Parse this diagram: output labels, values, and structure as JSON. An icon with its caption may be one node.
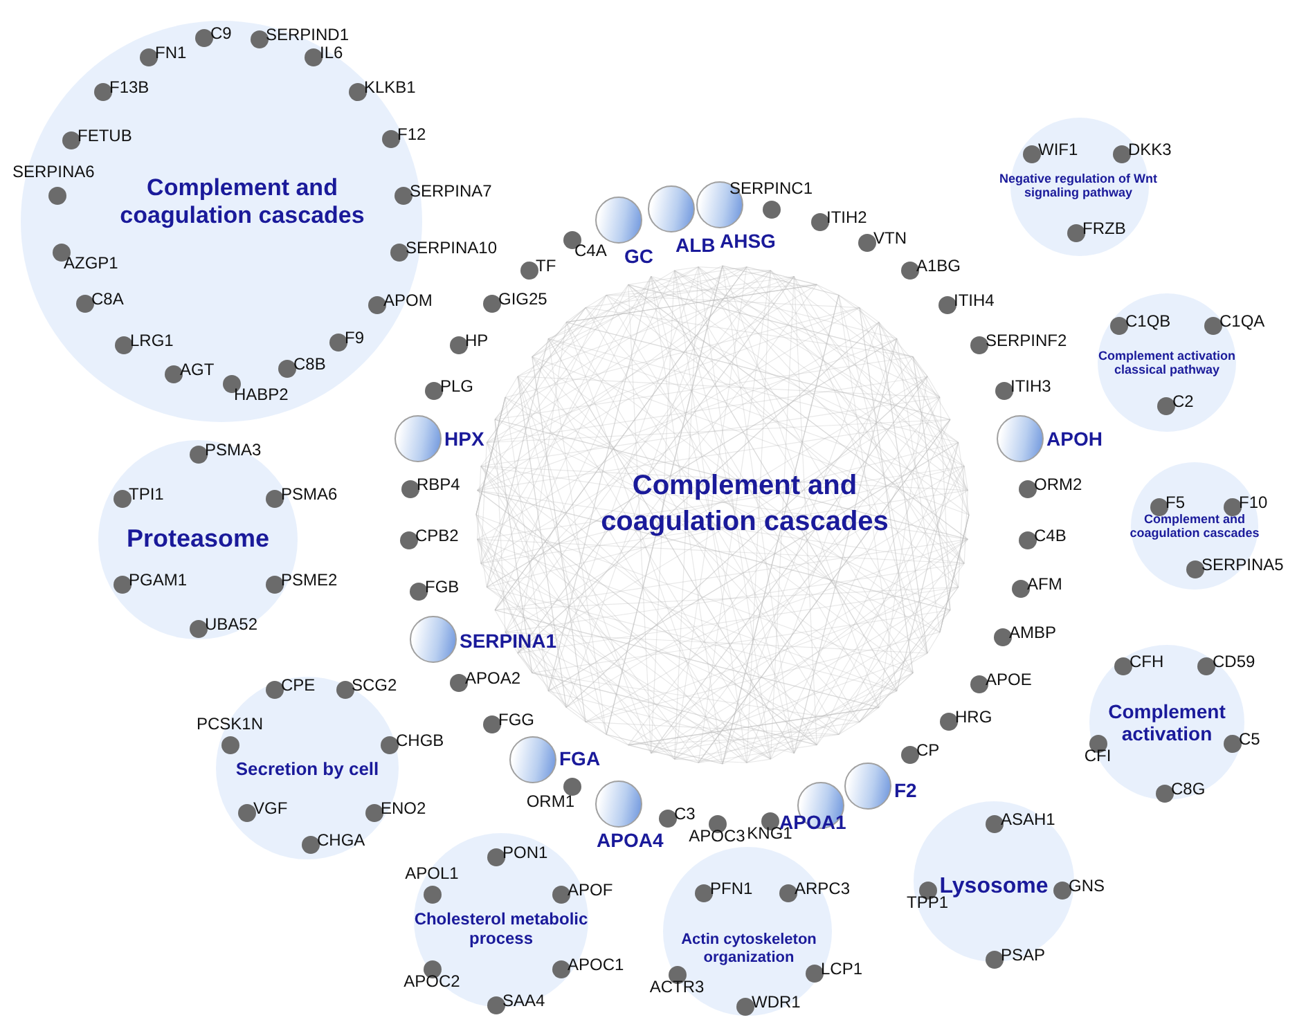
{
  "diagram": {
    "nodes": [
      {
        "text": [
          "Complement and coagulation cascades"
        ]
      },
      {
        "text": [
          "C9"
        ],
        "in": 0
      },
      {
        "text": [
          "SERPIND1"
        ],
        "in": 0
      },
      {
        "text": [
          "FN1"
        ],
        "in": 0
      },
      {
        "text": [
          "IL6"
        ],
        "in": 0
      },
      {
        "text": [
          "F13B"
        ],
        "in": 0
      },
      {
        "text": [
          "KLKB1"
        ],
        "in": 0
      },
      {
        "text": [
          "FETUB"
        ],
        "in": 0
      },
      {
        "text": [
          "F12"
        ],
        "in": 0
      },
      {
        "text": [
          "SERPINA6"
        ],
        "in": 0
      },
      {
        "text": [
          "SERPINA7"
        ],
        "in": 0
      },
      {
        "text": [
          "AZGP1"
        ],
        "in": 0
      },
      {
        "text": [
          "SERPINA10"
        ],
        "in": 0
      },
      {
        "text": [
          "C8A"
        ],
        "in": 0
      },
      {
        "text": [
          "APOM"
        ],
        "in": 0
      },
      {
        "text": [
          "LRG1"
        ],
        "in": 0
      },
      {
        "text": [
          "F9"
        ],
        "in": 0
      },
      {
        "text": [
          "AGT"
        ],
        "in": 0
      },
      {
        "text": [
          "C8B"
        ],
        "in": 0
      },
      {
        "text": [
          "HABP2"
        ],
        "in": 0
      },
      {
        "text": [
          "Negative regulation of Wnt signaling pathway"
        ]
      },
      {
        "text": [
          "WIF1"
        ],
        "in": 20
      },
      {
        "text": [
          "DKK3"
        ],
        "in": 20
      },
      {
        "text": [
          "FRZB"
        ],
        "in": 20
      },
      {
        "text": [
          "C4A"
        ]
      },
      {
        "text": [
          "GC"
        ]
      },
      {
        "text": [
          "ALB"
        ]
      },
      {
        "text": [
          "AHSG"
        ]
      },
      {
        "text": [
          "SERPINC1"
        ]
      },
      {
        "text": [
          "TF"
        ]
      },
      {
        "text": [
          "ITIH2"
        ]
      },
      {
        "text": [
          "VTN"
        ]
      },
      {
        "text": [
          "GIG25"
        ]
      },
      {
        "text": [
          "A1BG"
        ]
      },
      {
        "text": [
          "ITIH4"
        ]
      },
      {
        "text": [
          "HP"
        ]
      },
      {
        "text": [
          "SERPINF2"
        ]
      },
      {
        "text": [
          "PLG"
        ]
      },
      {
        "text": [
          "ITIH3"
        ]
      },
      {
        "text": [
          "Complement activation classical pathway"
        ]
      },
      {
        "text": [
          "C1QB"
        ],
        "in": 39
      },
      {
        "text": [
          "C1QA"
        ],
        "in": 39
      },
      {
        "text": [
          "C2"
        ],
        "in": 39
      },
      {
        "text": [
          "HPX"
        ]
      },
      {
        "text": [
          "APOH"
        ]
      },
      {
        "text": [
          "Proteasome"
        ]
      },
      {
        "text": [
          "PSMA3"
        ],
        "in": 45
      },
      {
        "text": [
          "TPI1"
        ],
        "in": 45
      },
      {
        "text": [
          "PSMA6"
        ],
        "in": 45
      },
      {
        "text": [
          "RBP4"
        ]
      },
      {
        "text": [
          "ORM2"
        ]
      },
      {
        "text": [
          "Complement and coagulation cascades"
        ]
      },
      {
        "text": [
          "F5"
        ],
        "in": 51
      },
      {
        "text": [
          "F10"
        ],
        "in": 51
      },
      {
        "text": [
          "CPB2"
        ]
      },
      {
        "text": [
          "C4B"
        ]
      },
      {
        "text": [
          "PGAM1"
        ],
        "in": 45
      },
      {
        "text": [
          "PSME2"
        ],
        "in": 45
      },
      {
        "text": [
          "SERPINA5"
        ],
        "in": 51
      },
      {
        "text": [
          "UBA52"
        ],
        "in": 45
      },
      {
        "text": [
          "FGB"
        ]
      },
      {
        "text": [
          "AFM"
        ]
      },
      {
        "text": [
          "SERPINA1"
        ]
      },
      {
        "text": [
          "AMBP"
        ]
      },
      {
        "text": [
          "APOA2"
        ]
      },
      {
        "text": [
          "APOE"
        ]
      },
      {
        "text": [
          "Complement activation"
        ]
      },
      {
        "text": [
          "CFH"
        ],
        "in": 66
      },
      {
        "text": [
          "CD59"
        ],
        "in": 66
      },
      {
        "text": [
          "Secretion by cell"
        ]
      },
      {
        "text": [
          "CPE"
        ],
        "in": 69
      },
      {
        "text": [
          "SCG2"
        ],
        "in": 69
      },
      {
        "text": [
          "FGG"
        ]
      },
      {
        "text": [
          "HRG"
        ]
      },
      {
        "text": [
          "PCSK1N"
        ],
        "in": 69
      },
      {
        "text": [
          "CHGB"
        ],
        "in": 69
      },
      {
        "text": [
          "CFI"
        ],
        "in": 66
      },
      {
        "text": [
          "C5"
        ],
        "in": 66
      },
      {
        "text": [
          "FGA"
        ]
      },
      {
        "text": [
          "CP"
        ]
      },
      {
        "text": [
          "F2"
        ]
      },
      {
        "text": [
          "C8G"
        ],
        "in": 66
      },
      {
        "text": [
          "ORM1"
        ]
      },
      {
        "text": [
          "APOA1"
        ]
      },
      {
        "text": [
          "C3"
        ]
      },
      {
        "text": [
          "APOC3"
        ]
      },
      {
        "text": [
          "KNG1"
        ]
      },
      {
        "text": [
          "APOA4"
        ]
      },
      {
        "text": [
          "VGF"
        ],
        "in": 69
      },
      {
        "text": [
          "ENO2"
        ],
        "in": 69
      },
      {
        "text": [
          "CHGA"
        ],
        "in": 69
      },
      {
        "text": [
          "Lysosome"
        ]
      },
      {
        "text": [
          "ASAH1"
        ],
        "in": 91
      },
      {
        "text": [
          "Cholesterol metabolic process"
        ]
      },
      {
        "text": [
          "PON1"
        ],
        "in": 93
      },
      {
        "text": [
          "APOL1"
        ],
        "in": 93
      },
      {
        "text": [
          "APOF"
        ],
        "in": 93
      },
      {
        "text": [
          "Actin cytoskeleton organization"
        ]
      },
      {
        "text": [
          "PFN1"
        ],
        "in": 97
      },
      {
        "text": [
          "ARPC3"
        ],
        "in": 97
      },
      {
        "text": [
          "TPP1"
        ],
        "in": 91
      },
      {
        "text": [
          "GNS"
        ],
        "in": 91
      },
      {
        "text": [
          "PSAP"
        ],
        "in": 91
      },
      {
        "text": [
          "APOC1"
        ],
        "in": 93
      },
      {
        "text": [
          "APOC2"
        ],
        "in": 93
      },
      {
        "text": [
          "SAA4"
        ],
        "in": 93
      },
      {
        "text": [
          "ACTR3"
        ],
        "in": 97
      },
      {
        "text": [
          "LCP1"
        ],
        "in": 97
      },
      {
        "text": [
          "WDR1"
        ],
        "in": 97
      }
    ],
    "labels": [
      "Complement and coagulation cascades"
    ]
  }
}
